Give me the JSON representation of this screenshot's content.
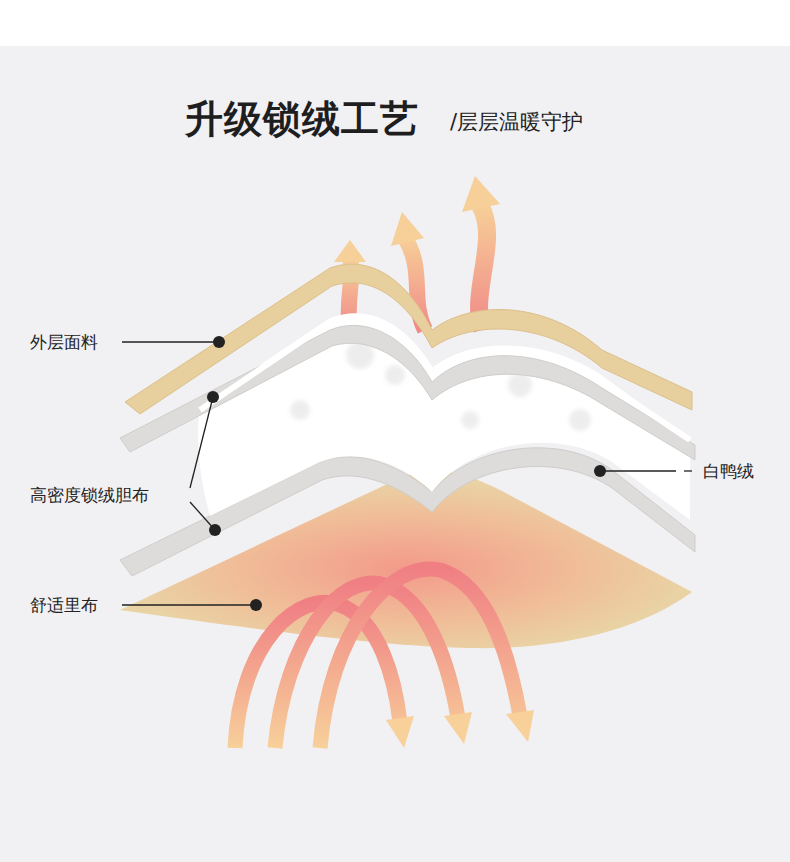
{
  "diagram": {
    "title": "升级锁绒工艺",
    "labels": [
      "/层层温暖守护",
      "外层面料",
      "高密度锁绒胆布",
      "白鸭绒",
      "舒适里布"
    ]
  }
}
